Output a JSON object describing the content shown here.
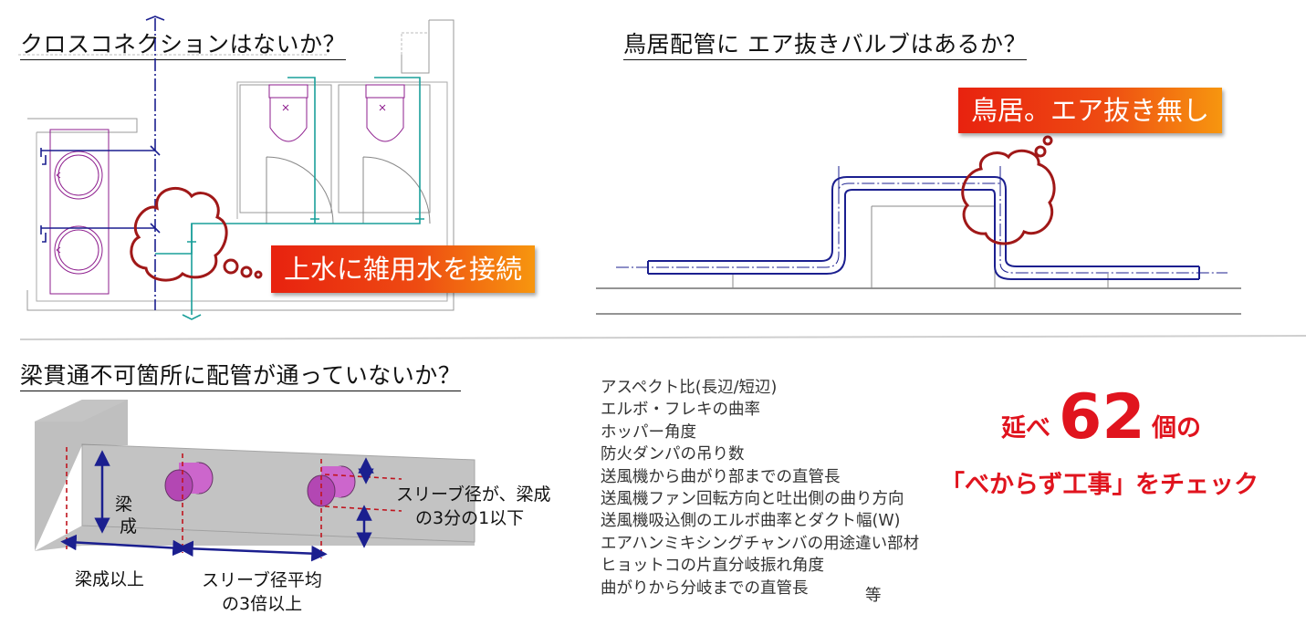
{
  "headings": {
    "cross_connection": "クロスコネクションはないか？",
    "torii_piping": "鳥居配管に エア抜きバルブはあるか？",
    "beam_penetration": "梁貫通不可箇所に配管が通っていないか？"
  },
  "callouts": {
    "cross": "上水に雑用水を接続",
    "torii": "鳥居。エア抜き無し"
  },
  "beam_labels": {
    "depth": "梁\n成",
    "depth_top": "梁",
    "depth_bottom": "成",
    "sleeve_diameter_line1": "スリーブ径が、梁成",
    "sleeve_diameter_line2": "の3分の1以下",
    "beam_depth_min": "梁成以上",
    "sleeve_spacing_line1": "スリーブ径平均",
    "sleeve_spacing_line2": "の3倍以上"
  },
  "checklist": [
    "アスペクト比(長辺/短辺)",
    "エルボ・フレキの曲率",
    "ホッパー角度",
    "防火ダンパの吊り数",
    "送風機から曲がり部までの直管長",
    "送風機ファン回転方向と吐出側の曲り方向",
    "送風機吸込側のエルボ曲率とダクト幅(W)",
    "エアハンミキシングチャンバの用途違い部材",
    "ヒョットコの片直分岐振れ角度",
    "曲がりから分岐までの直管長"
  ],
  "checklist_suffix": "等",
  "promo": {
    "prefix": "延べ",
    "count": "62",
    "suffix": "個の",
    "line2_main": "「べからず工事」",
    "line2_tail": "をチェック"
  },
  "colors": {
    "pipe_navy": "#1b1f8f",
    "pipe_teal": "#1a9f9a",
    "fixture_purple": "#8e1e8e",
    "cloud_red": "#a01818",
    "promo_red": "#e0141e"
  }
}
